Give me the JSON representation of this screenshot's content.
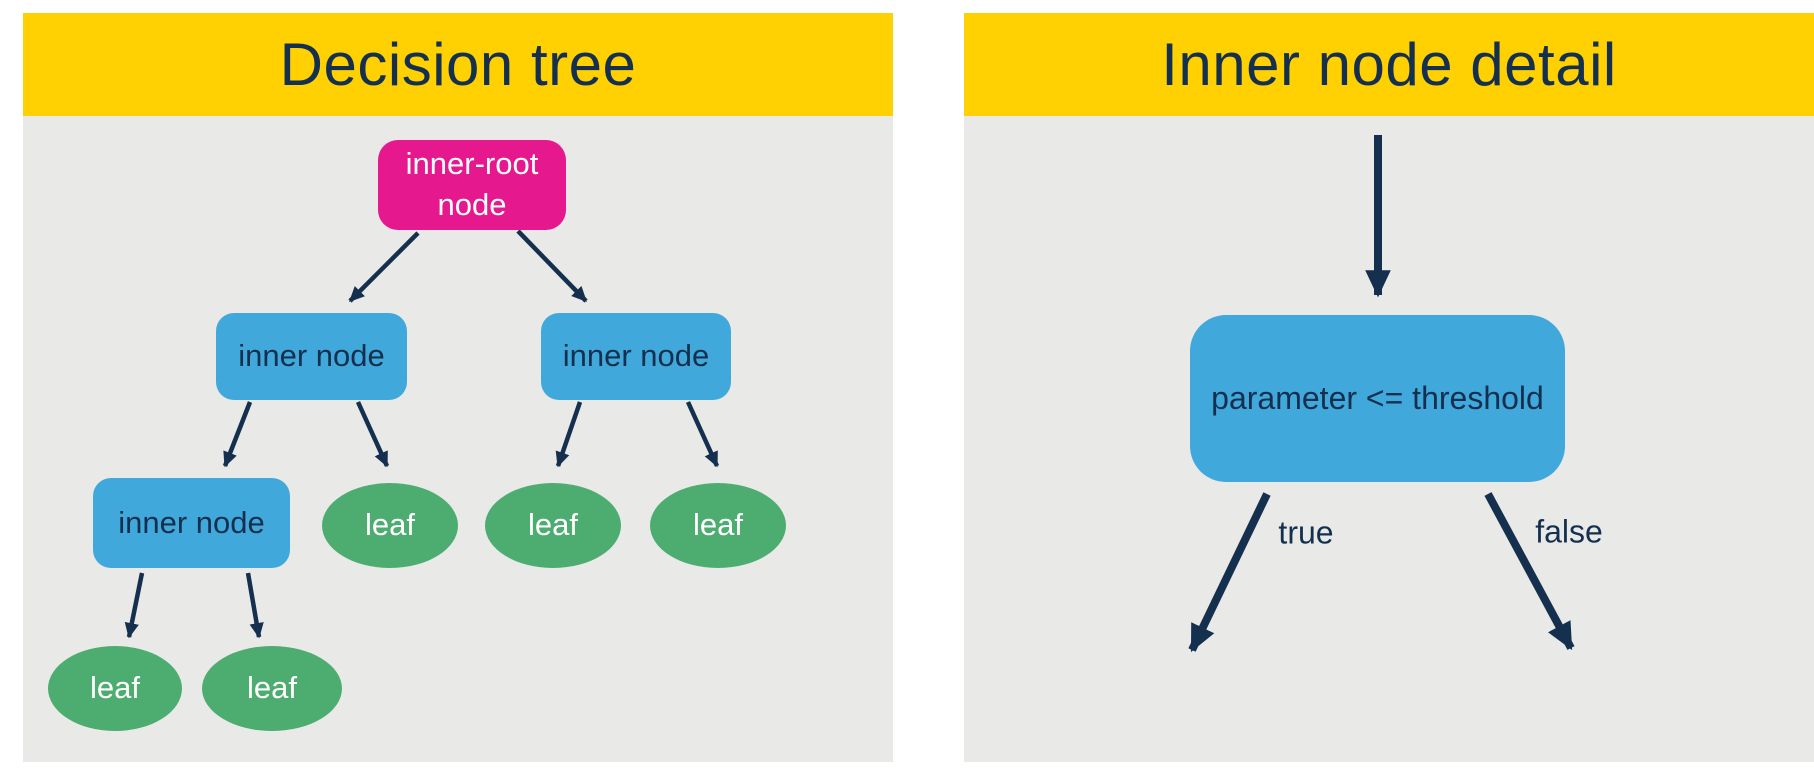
{
  "panels": {
    "left": {
      "title": "Decision tree",
      "nodes": [
        {
          "id": "root",
          "type": "root",
          "label": "inner-root node"
        },
        {
          "id": "inner-left",
          "type": "inner",
          "label": "inner node"
        },
        {
          "id": "inner-right",
          "type": "inner",
          "label": "inner node"
        },
        {
          "id": "inner-left-left",
          "type": "inner",
          "label": "inner node"
        },
        {
          "id": "leaf-1",
          "type": "leaf",
          "label": "leaf"
        },
        {
          "id": "leaf-2",
          "type": "leaf",
          "label": "leaf"
        },
        {
          "id": "leaf-3",
          "type": "leaf",
          "label": "leaf"
        },
        {
          "id": "leaf-4",
          "type": "leaf",
          "label": "leaf"
        },
        {
          "id": "leaf-5",
          "type": "leaf",
          "label": "leaf"
        }
      ]
    },
    "right": {
      "title": "Inner node detail",
      "node_label": "parameter <= threshold",
      "edge_labels": {
        "true": "true",
        "false": "false"
      }
    }
  },
  "colors": {
    "header_yellow": "#ffd103",
    "panel_gray": "#e9e9e8",
    "root_magenta": "#e6188e",
    "inner_blue": "#41a8dc",
    "leaf_green": "#4dad70",
    "navy_text_arrows": "#14304e",
    "white_text": "#ffffff",
    "page_background": "#ffffff"
  }
}
